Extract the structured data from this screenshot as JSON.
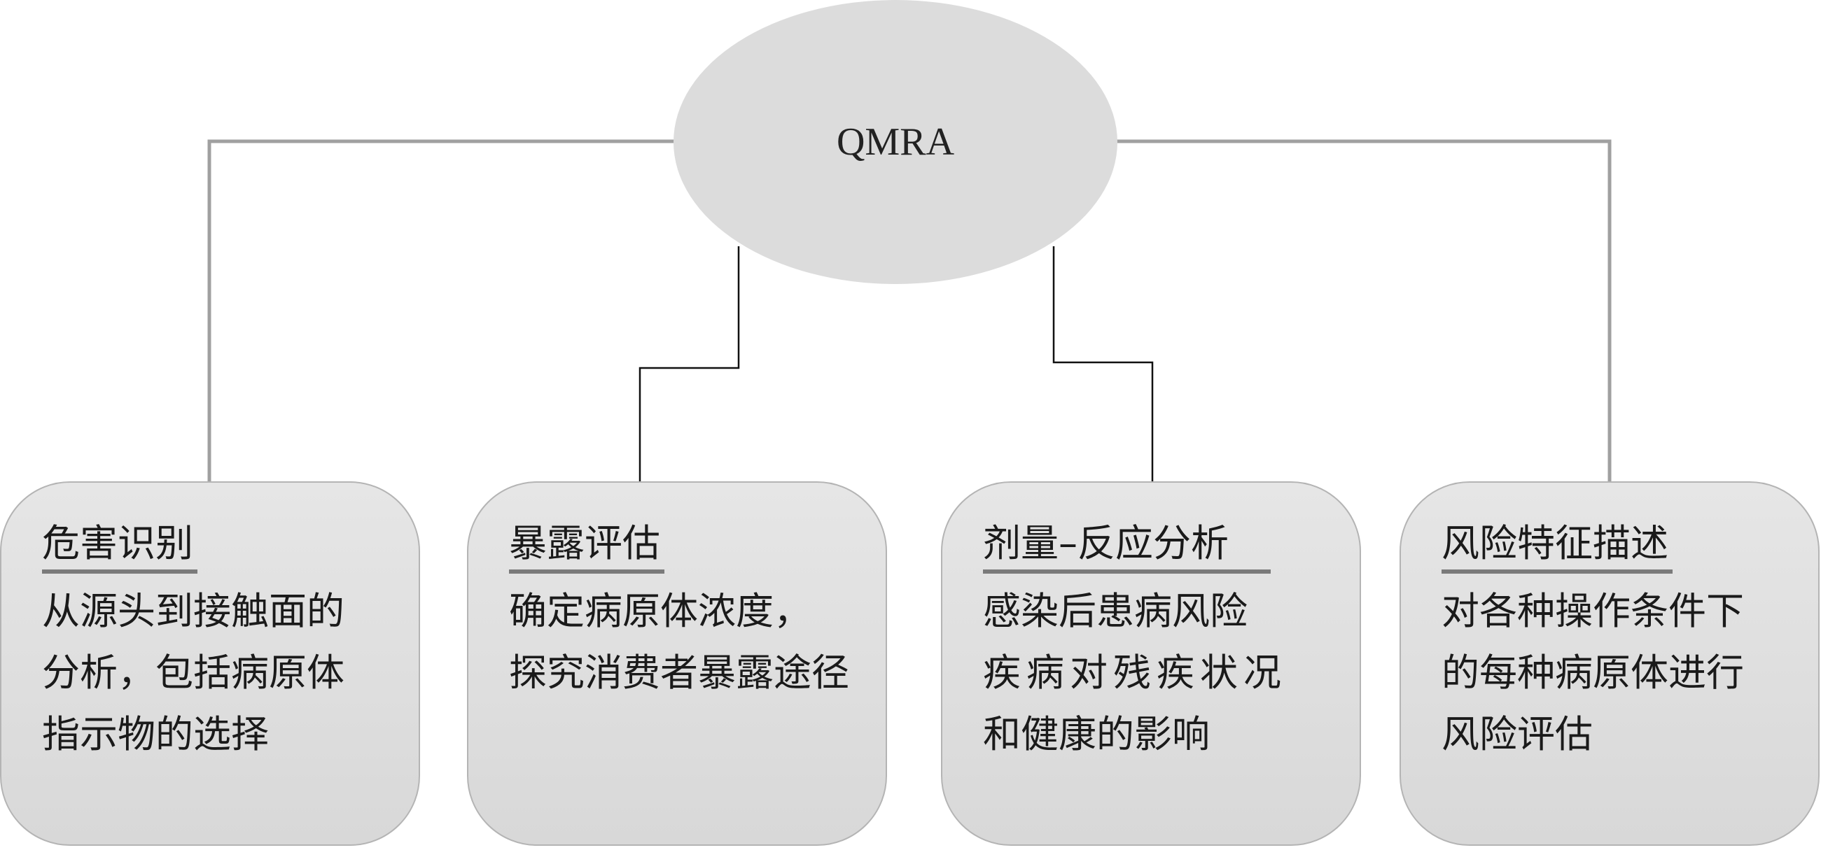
{
  "root": {
    "label": "QMRA"
  },
  "boxes": [
    {
      "title": "危害识别",
      "lines": [
        "从源头到接触面的",
        "分析，包括病原体",
        "指示物的选择"
      ]
    },
    {
      "title": "暴露评估",
      "lines": [
        "确定病原体浓度，",
        "探究消费者暴露途径"
      ]
    },
    {
      "title": "剂量–反应分析",
      "lines": [
        "感染后患病风险",
        "疾病对残疾状况",
        "和健康的影响"
      ]
    },
    {
      "title": "风险特征描述",
      "lines": [
        "对各种操作条件下",
        "的每种病原体进行",
        "风险评估"
      ]
    }
  ],
  "colors": {
    "node_fill": "#dcdcdc",
    "outer_connector": "#a0a0a0",
    "inner_connector": "#111111"
  }
}
